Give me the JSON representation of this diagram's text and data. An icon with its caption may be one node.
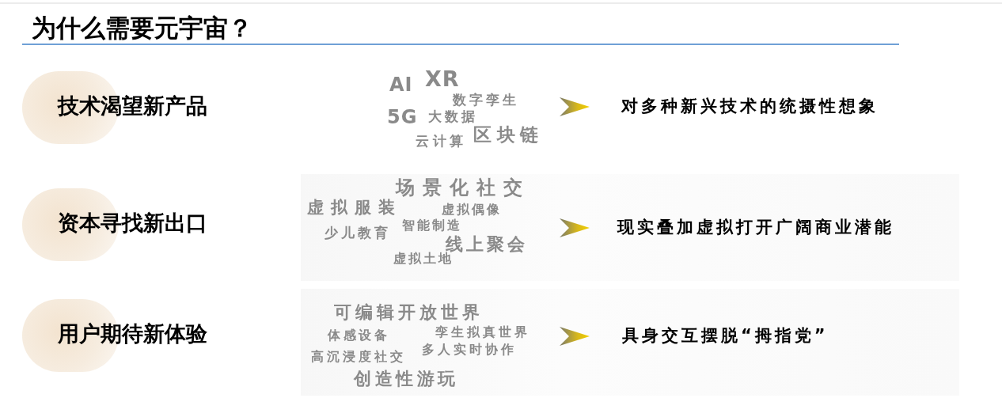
{
  "diagram": {
    "title": "为什么需要元宇宙？",
    "nodes": [
      {
        "text": [
          "技术渴望新产品"
        ]
      },
      {
        "text": [
          "AI",
          "XR",
          "数字孪生",
          "5G",
          "大数据",
          "云计算",
          "区块链"
        ]
      },
      {
        "text": [
          "对多种新兴技术的统摄性想象"
        ]
      },
      {
        "text": [
          "资本寻找新出口"
        ]
      },
      {
        "text": [
          "场景化社交",
          "虚拟服装",
          "虚拟偶像",
          "少儿教育",
          "智能制造",
          "线上聚会",
          "虚拟土地"
        ]
      },
      {
        "text": [
          "现实叠加虚拟打开广阔商业潜能"
        ]
      },
      {
        "text": [
          "用户期待新体验"
        ]
      },
      {
        "text": [
          "可编辑开放世界",
          "体感设备",
          "孪生拟真世界",
          "高沉浸度社交",
          "多人实时协作",
          "创造性游玩"
        ]
      },
      {
        "text": [
          "具身交互摆脱“拇指党”"
        ]
      }
    ],
    "edges": [
      {
        "from": 1,
        "to": 2,
        "arrow": "to"
      },
      {
        "from": 4,
        "to": 5,
        "arrow": "to"
      },
      {
        "from": 7,
        "to": 8,
        "arrow": "to"
      }
    ]
  }
}
